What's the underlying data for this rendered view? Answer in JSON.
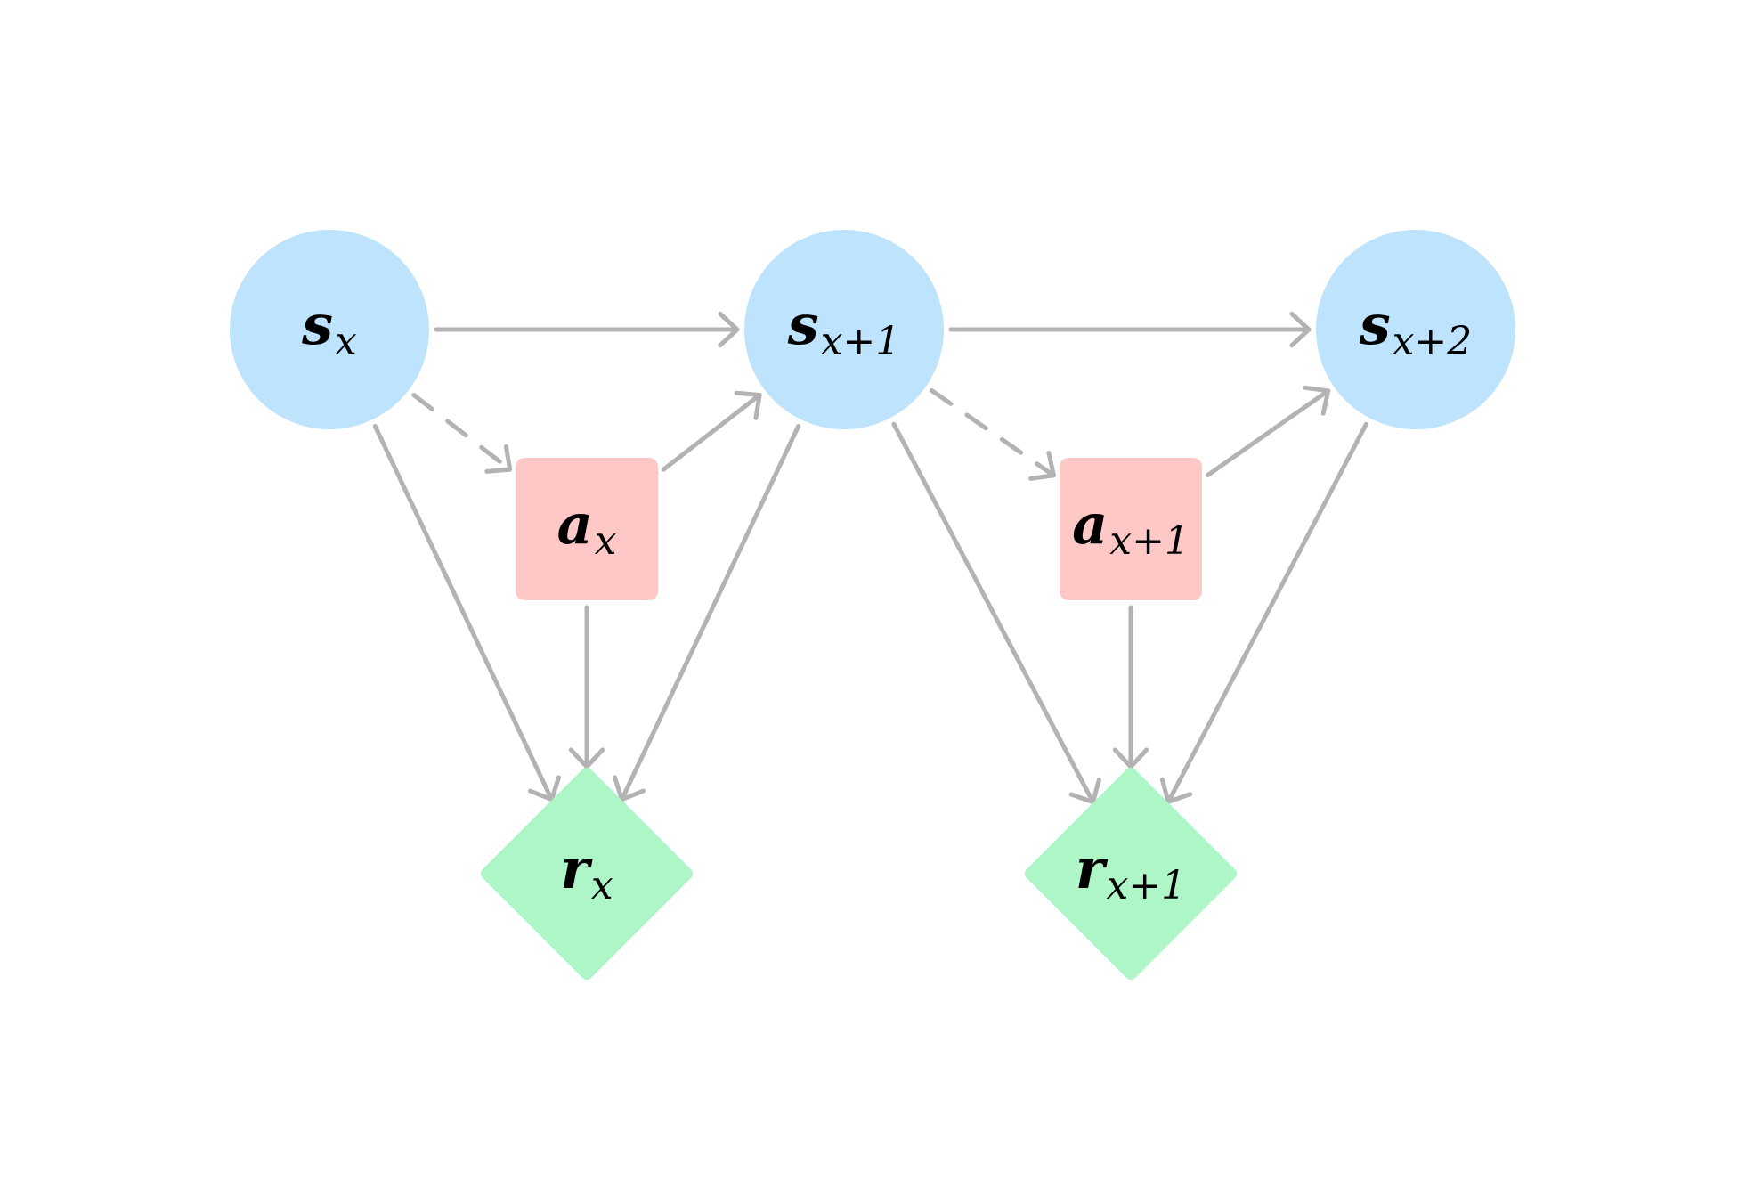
{
  "colors": {
    "state": "#bee3fc",
    "action": "#fdc8c5",
    "reward": "#aef5c8",
    "edge": "#b3b3b3"
  },
  "nodes": [
    {
      "id": "s0",
      "kind": "state",
      "main": "s",
      "sub": "x"
    },
    {
      "id": "s1",
      "kind": "state",
      "main": "s",
      "sub": "x+1"
    },
    {
      "id": "s2",
      "kind": "state",
      "main": "s",
      "sub": "x+2"
    },
    {
      "id": "a0",
      "kind": "action",
      "main": "a",
      "sub": "x"
    },
    {
      "id": "a1",
      "kind": "action",
      "main": "a",
      "sub": "x+1"
    },
    {
      "id": "r0",
      "kind": "reward",
      "main": "r",
      "sub": "x"
    },
    {
      "id": "r1",
      "kind": "reward",
      "main": "r",
      "sub": "x+1"
    }
  ],
  "edges": [
    {
      "from": "s0",
      "to": "s1",
      "style": "solid"
    },
    {
      "from": "s1",
      "to": "s2",
      "style": "solid"
    },
    {
      "from": "s0",
      "to": "a0",
      "style": "dashed"
    },
    {
      "from": "a0",
      "to": "s1",
      "style": "solid"
    },
    {
      "from": "s1",
      "to": "a1",
      "style": "dashed"
    },
    {
      "from": "a1",
      "to": "s2",
      "style": "solid"
    },
    {
      "from": "s0",
      "to": "r0",
      "style": "solid"
    },
    {
      "from": "a0",
      "to": "r0",
      "style": "solid"
    },
    {
      "from": "s1",
      "to": "r0",
      "style": "solid"
    },
    {
      "from": "s1",
      "to": "r1",
      "style": "solid"
    },
    {
      "from": "a1",
      "to": "r1",
      "style": "solid"
    },
    {
      "from": "s2",
      "to": "r1",
      "style": "solid"
    }
  ]
}
